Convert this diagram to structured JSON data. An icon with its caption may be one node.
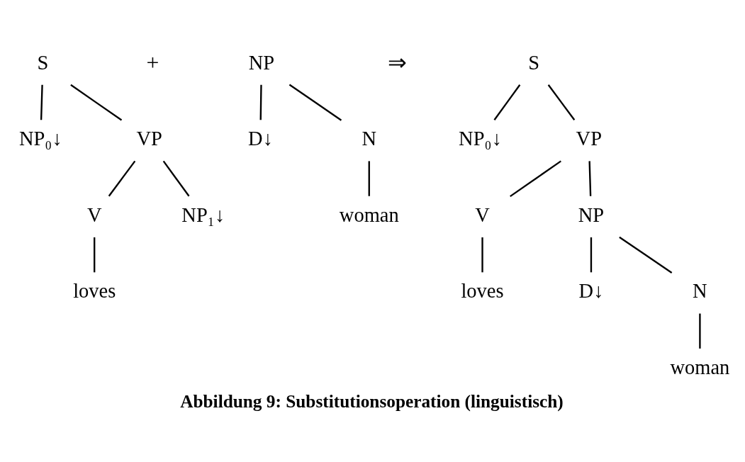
{
  "diagram": {
    "caption": "Abbildung 9: Substitutionsoperation (linguistisch)",
    "nodes": [
      {
        "text": [
          "S"
        ]
      },
      {
        "text": [
          "NP₀↓"
        ]
      },
      {
        "text": [
          "VP"
        ]
      },
      {
        "text": [
          "V"
        ]
      },
      {
        "text": [
          "NP₁↓"
        ]
      },
      {
        "text": [
          "loves"
        ]
      },
      {
        "text": [
          "NP"
        ]
      },
      {
        "text": [
          "D↓"
        ]
      },
      {
        "text": [
          "N"
        ]
      },
      {
        "text": [
          "woman"
        ]
      },
      {
        "text": [
          "S"
        ]
      },
      {
        "text": [
          "NP₀↓"
        ]
      },
      {
        "text": [
          "VP"
        ]
      },
      {
        "text": [
          "V"
        ]
      },
      {
        "text": [
          "NP"
        ]
      },
      {
        "text": [
          "loves"
        ]
      },
      {
        "text": [
          "D↓"
        ]
      },
      {
        "text": [
          "N"
        ]
      },
      {
        "text": [
          "woman"
        ]
      }
    ],
    "edges": [
      {
        "from": 0,
        "to": 1,
        "arrow": "none"
      },
      {
        "from": 0,
        "to": 2,
        "arrow": "none"
      },
      {
        "from": 2,
        "to": 3,
        "arrow": "none"
      },
      {
        "from": 2,
        "to": 4,
        "arrow": "none"
      },
      {
        "from": 3,
        "to": 5,
        "arrow": "none"
      },
      {
        "from": 6,
        "to": 7,
        "arrow": "none"
      },
      {
        "from": 6,
        "to": 8,
        "arrow": "none"
      },
      {
        "from": 8,
        "to": 9,
        "arrow": "none"
      },
      {
        "from": 10,
        "to": 11,
        "arrow": "none"
      },
      {
        "from": 10,
        "to": 12,
        "arrow": "none"
      },
      {
        "from": 12,
        "to": 13,
        "arrow": "none"
      },
      {
        "from": 12,
        "to": 14,
        "arrow": "none"
      },
      {
        "from": 13,
        "to": 15,
        "arrow": "none"
      },
      {
        "from": 14,
        "to": 16,
        "arrow": "none"
      },
      {
        "from": 14,
        "to": 17,
        "arrow": "none"
      },
      {
        "from": 17,
        "to": 18,
        "arrow": "none"
      }
    ],
    "labels": [
      "+",
      "⇒"
    ]
  }
}
